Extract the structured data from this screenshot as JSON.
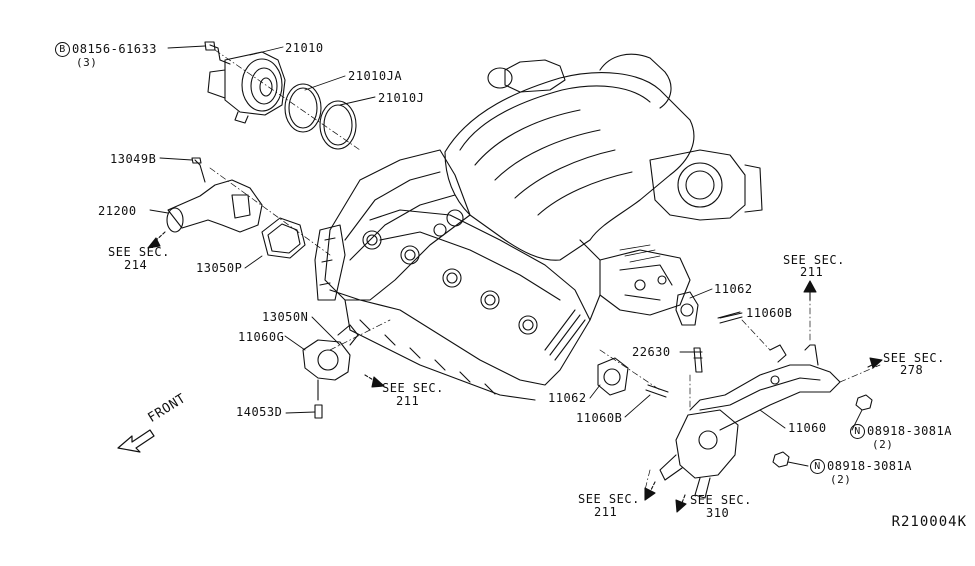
{
  "diagram": {
    "code": "R210004K",
    "front_label": "FRONT",
    "parts": [
      {
        "id": "p_08156",
        "prefix": "B",
        "num": "08156-61633",
        "qty": "(3)"
      },
      {
        "id": "p_21010",
        "num": "21010"
      },
      {
        "id": "p_21010ja",
        "num": "21010JA"
      },
      {
        "id": "p_21010j",
        "num": "21010J"
      },
      {
        "id": "p_13049b",
        "num": "13049B"
      },
      {
        "id": "p_21200",
        "num": "21200"
      },
      {
        "id": "p_13050p",
        "num": "13050P"
      },
      {
        "id": "p_13050n",
        "num": "13050N"
      },
      {
        "id": "p_11060g",
        "num": "11060G"
      },
      {
        "id": "p_14053d",
        "num": "14053D"
      },
      {
        "id": "p_11062a",
        "num": "11062"
      },
      {
        "id": "p_11060b_a",
        "num": "11060B"
      },
      {
        "id": "p_22630",
        "num": "22630"
      },
      {
        "id": "p_11062b",
        "num": "11062"
      },
      {
        "id": "p_11060b_b",
        "num": "11060B"
      },
      {
        "id": "p_11060",
        "num": "11060"
      },
      {
        "id": "p_08918a",
        "prefix": "N",
        "num": "08918-3081A",
        "qty": "(2)"
      },
      {
        "id": "p_08918b",
        "prefix": "N",
        "num": "08918-3081A",
        "qty": "(2)"
      }
    ],
    "see_sections": [
      {
        "id": "s214",
        "text": "SEE SEC.",
        "num": "214"
      },
      {
        "id": "s211a",
        "text": "SEE SEC.",
        "num": "211"
      },
      {
        "id": "s211b",
        "text": "SEE SEC.",
        "num": "211"
      },
      {
        "id": "s278",
        "text": "SEE SEC.",
        "num": "278"
      },
      {
        "id": "s211c",
        "text": "SEE SEC.",
        "num": "211"
      },
      {
        "id": "s310",
        "text": "SEE SEC.",
        "num": "310"
      }
    ]
  }
}
